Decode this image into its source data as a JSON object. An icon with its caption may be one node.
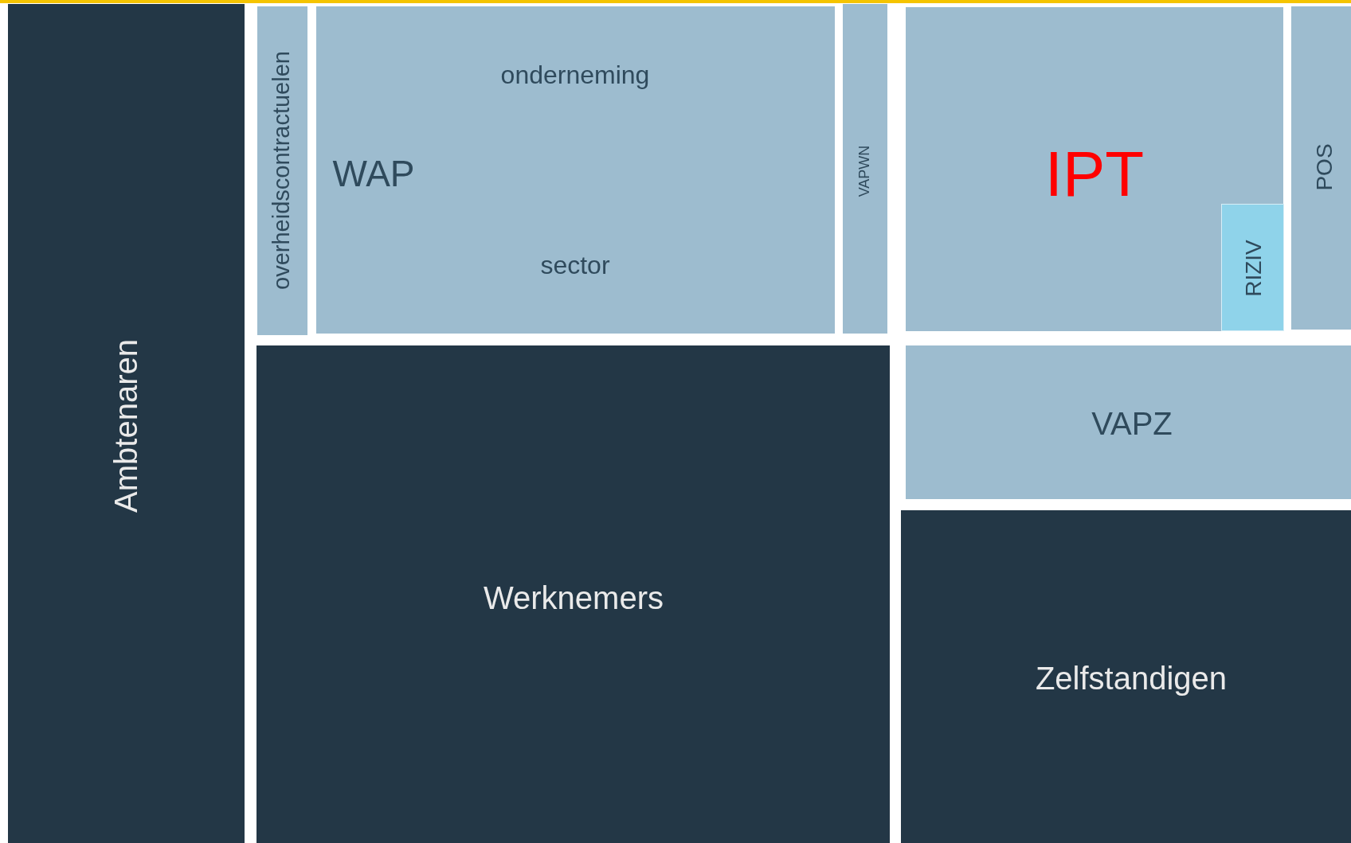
{
  "diagram": {
    "nodes": [
      {
        "text": [
          "Ambtenaren"
        ]
      },
      {
        "text": [
          "overheidscontractuelen"
        ]
      },
      {
        "text": [
          "WAP",
          "onderneming",
          "sector"
        ]
      },
      {
        "text": [
          "VAPWN"
        ]
      },
      {
        "text": [
          "IPT"
        ]
      },
      {
        "text": [
          "RIZIV"
        ],
        "in": 4
      },
      {
        "text": [
          "POS"
        ]
      },
      {
        "text": [
          "VAPZ"
        ]
      },
      {
        "text": [
          "Werknemers"
        ]
      },
      {
        "text": [
          "Zelfstandigen"
        ]
      }
    ]
  }
}
